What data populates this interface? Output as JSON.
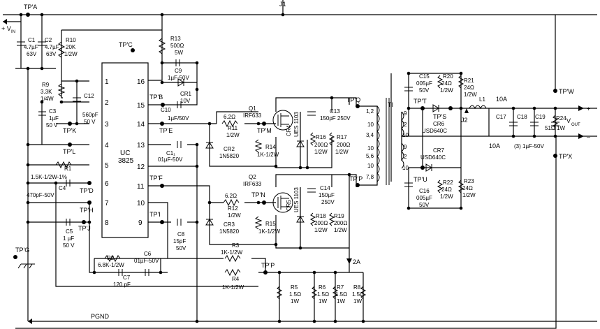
{
  "testpoints": {
    "tpa": "TP'A",
    "tpb": "TP'B",
    "tpc": "TP'C",
    "tpd": "TP'D",
    "tpe": "TP'E",
    "tpf": "TP'F",
    "tpg": "TP'G",
    "tph": "TP'H",
    "tpi": "TP'I",
    "tpj": "TP'J",
    "tpk": "TP'K",
    "tpl": "TP'L",
    "tpm": "TP'M",
    "tpn": "TP'N",
    "tpp": "TP'P",
    "tpq": "TP'Q",
    "tppp": "TP'P",
    "tps": "TP'S",
    "tpt": "TP'T",
    "tpu": "TP'U",
    "tpw": "TP'W",
    "tpx": "TP'X"
  },
  "labels": {
    "j1": "J1",
    "j2": "J2",
    "vin": "+ V",
    "vin_sub": "IN",
    "vout": "V",
    "vout_sub": "OUT",
    "plus": "+",
    "minus": "–",
    "pgnd": "PGND",
    "amp2a": "2A",
    "amp10a_top": "10A",
    "amp10a_bot": "10A",
    "xfmr": "TI"
  },
  "ic": {
    "name": "UC",
    "part": "3825",
    "pins_left": [
      "1",
      "2",
      "3",
      "4",
      "5",
      "6",
      "7",
      "8"
    ],
    "pins_right": [
      "16",
      "15",
      "14",
      "13",
      "12",
      "11",
      "10",
      "9"
    ]
  },
  "xfmr_pins": {
    "p12": "1,2",
    "p10a": "10",
    "p34": "3,4",
    "p10b": "10",
    "p56": "5,6",
    "p10c": "10",
    "p78": "7,8",
    "s9a": "9",
    "s2a": "2",
    "s10a": "10",
    "s9b": "9",
    "s2b": "2",
    "s10b": "10"
  },
  "components": {
    "c1": [
      "C1",
      "4.7µF",
      "63V"
    ],
    "c2": [
      "C2",
      "4.7µF",
      "63V"
    ],
    "r10": [
      "R10",
      "20K",
      "1/2W"
    ],
    "r13": [
      "R13",
      "500Ω",
      "5W"
    ],
    "c9": [
      "C9",
      "1µF-50V"
    ],
    "cr1": [
      "CR1",
      "10V"
    ],
    "c10": [
      "C10",
      "1µF/50V"
    ],
    "c11": [
      "C1₁",
      "01µF-50V"
    ],
    "r9": [
      "R9",
      "3.3K",
      "1/4W"
    ],
    "c12": [
      "C12",
      "560pF",
      "50 V"
    ],
    "c3": [
      "C3",
      "1µF",
      "50 V"
    ],
    "r1": [
      "R1",
      "1.5K-1/2W-1%"
    ],
    "c4": [
      "C4",
      "470pF-50V"
    ],
    "c5": [
      "C5",
      "1 µF",
      "50 V"
    ],
    "r2": [
      "R2",
      "6.8K-1/2W"
    ],
    "c6": [
      "C6",
      "01µF-50V"
    ],
    "c7": [
      "C7",
      "120 pF"
    ],
    "c8": [
      "C8",
      "15pF",
      "50V"
    ],
    "q1": [
      "Q1",
      "IRF633"
    ],
    "q2": [
      "Q2",
      "IRF633"
    ],
    "r11": [
      "6.2Ω",
      "R11",
      "1/2W"
    ],
    "r12": [
      "6.2Ω",
      "R12",
      "1/2W"
    ],
    "cr2": [
      "CR2",
      "1N5820"
    ],
    "cr3": [
      "CR3",
      "1N5820"
    ],
    "r14": [
      "R14",
      "1K-1/2W"
    ],
    "r15": [
      "R15",
      "1K-1/2W"
    ],
    "cr4": [
      "CR4",
      "UES 1103"
    ],
    "cr5": [
      "CR5",
      "UES 1103"
    ],
    "c13": [
      "C13",
      "150pF 250V"
    ],
    "c14": [
      "C14",
      "150µF",
      "250V"
    ],
    "r16": [
      "R16",
      "200Ω",
      "1/2W"
    ],
    "r17": [
      "R17",
      "200Ω",
      "1/2W"
    ],
    "r18": [
      "R18",
      "200Ω",
      "1/2W"
    ],
    "r19": [
      "R19",
      "200Ω",
      "1/2W"
    ],
    "r3": [
      "R3",
      "1K-1/2W"
    ],
    "r4": [
      "R4",
      "1K-1/2W"
    ],
    "r5": [
      "R5",
      "1.5Ω",
      "1W"
    ],
    "r6": [
      "R6",
      "1.5Ω",
      "1W"
    ],
    "r7": [
      "R7",
      "1.5Ω",
      "1W"
    ],
    "r8": [
      "R8",
      "1.5Ω",
      "1W"
    ],
    "c15": [
      "C15",
      "005µF",
      "50V"
    ],
    "c16": [
      "C16",
      "005µF",
      "50V"
    ],
    "r20": [
      "R20",
      "24Ω",
      "1/2W"
    ],
    "r21": [
      "R21",
      "24Ω",
      "1/2W"
    ],
    "r22": [
      "R22",
      "24Ω",
      "1/2W"
    ],
    "r23": [
      "R23",
      "24Ω",
      "1/2W"
    ],
    "cr6": [
      "CR6",
      "USD640C"
    ],
    "cr7": [
      "CR7",
      "USD640C"
    ],
    "l1": [
      "L1"
    ],
    "c17": [
      "C17"
    ],
    "c18": [
      "C18"
    ],
    "c19": [
      "C19"
    ],
    "c171819": [
      "(3) 1µF-50V"
    ],
    "r24": [
      "R24",
      "51Ω 1W"
    ]
  }
}
